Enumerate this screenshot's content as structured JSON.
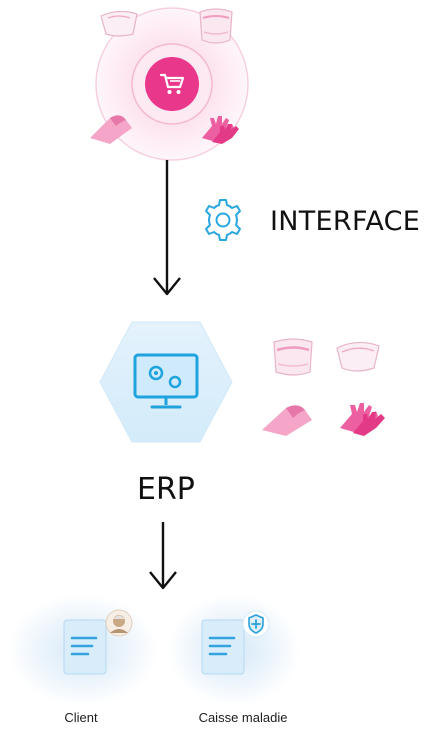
{
  "interface_label": "INTERFACE",
  "erp_label": "ERP",
  "documents": [
    {
      "label": "Client"
    },
    {
      "label": "Caisse maladie"
    }
  ],
  "colors": {
    "accent_pink": "#e9388c",
    "accent_blue": "#28a7e0",
    "arrow": "#111111"
  },
  "icons": [
    "shopping-cart-icon",
    "gear-icon",
    "monitor-settings-icon",
    "document-icon",
    "avatar",
    "shield-plus-icon"
  ]
}
